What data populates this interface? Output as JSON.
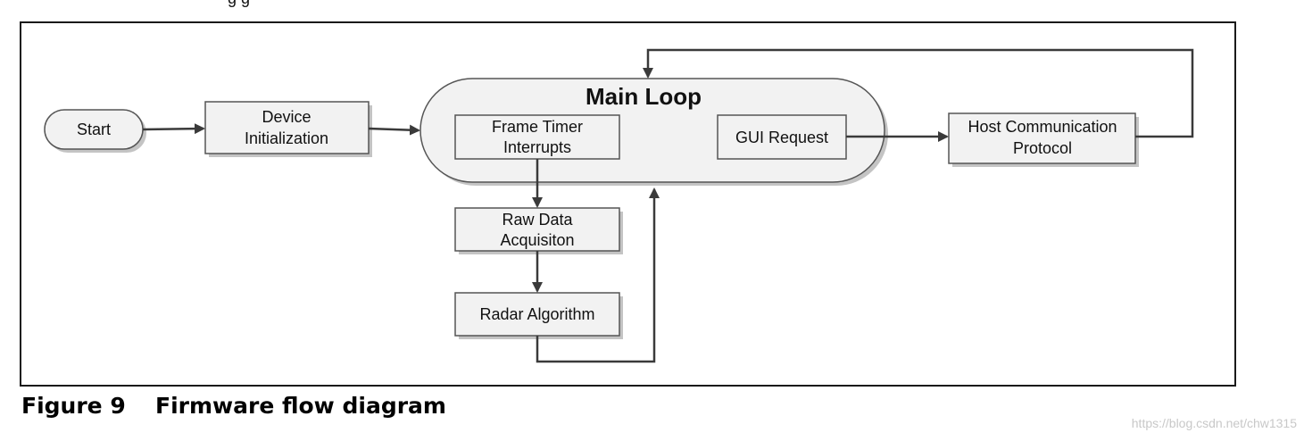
{
  "header_partial_text": "g                                          g",
  "nodes": {
    "start": "Start",
    "device_init": [
      "Device",
      "Initialization"
    ],
    "main_loop": "Main Loop",
    "frame_timer": [
      "Frame Timer",
      "Interrupts"
    ],
    "gui_request": "GUI Request",
    "host_comm": [
      "Host Communication",
      "Protocol"
    ],
    "raw_data": [
      "Raw Data",
      "Acquisiton"
    ],
    "radar": "Radar Algorithm"
  },
  "caption": {
    "number": "Figure 9",
    "title": "Firmware flow diagram"
  },
  "watermark": "https://blog.csdn.net/chw1315",
  "colors": {
    "box_fill": "#f2f2f2",
    "stroke": "#555555",
    "shadow": "#c4c4c4",
    "arrow": "#3a3a3a"
  }
}
